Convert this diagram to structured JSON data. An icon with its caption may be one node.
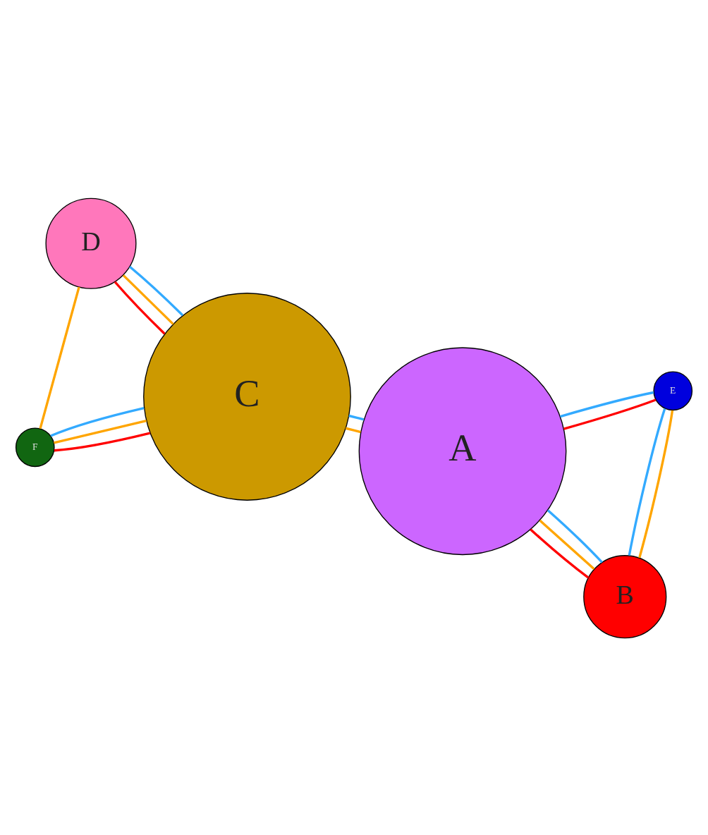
{
  "diagram": {
    "nodes": [
      {
        "text": [
          "A"
        ]
      },
      {
        "text": [
          "B"
        ]
      },
      {
        "text": [
          "C"
        ]
      },
      {
        "text": [
          "D"
        ]
      },
      {
        "text": [
          "E"
        ]
      },
      {
        "text": [
          "F"
        ]
      }
    ],
    "edges": [
      {
        "from": 4,
        "to": 1,
        "arrow": "none",
        "color": "#ffa500"
      },
      {
        "from": 4,
        "to": 1,
        "arrow": "none",
        "color": "#33aaff"
      },
      {
        "from": 1,
        "to": 0,
        "arrow": "none",
        "color": "#ff0000"
      },
      {
        "from": 1,
        "to": 0,
        "arrow": "none",
        "color": "#33aaff"
      },
      {
        "from": 1,
        "to": 0,
        "arrow": "none",
        "color": "#ffa500"
      },
      {
        "from": 4,
        "to": 0,
        "arrow": "none",
        "color": "#ff0000"
      },
      {
        "from": 4,
        "to": 0,
        "arrow": "none",
        "color": "#33aaff"
      },
      {
        "from": 2,
        "to": 0,
        "arrow": "none",
        "color": "#33aaff"
      },
      {
        "from": 2,
        "to": 0,
        "arrow": "none",
        "color": "#ffa500"
      },
      {
        "from": 2,
        "to": 5,
        "arrow": "none",
        "color": "#ff0000"
      },
      {
        "from": 2,
        "to": 5,
        "arrow": "none",
        "color": "#33aaff"
      },
      {
        "from": 2,
        "to": 5,
        "arrow": "none",
        "color": "#ffa500"
      },
      {
        "from": 2,
        "to": 3,
        "arrow": "none",
        "color": "#ff0000"
      },
      {
        "from": 2,
        "to": 3,
        "arrow": "none",
        "color": "#33aaff"
      },
      {
        "from": 2,
        "to": 3,
        "arrow": "none",
        "color": "#ffa500"
      },
      {
        "from": 5,
        "to": 3,
        "arrow": "none",
        "color": "#ffa500"
      }
    ]
  }
}
